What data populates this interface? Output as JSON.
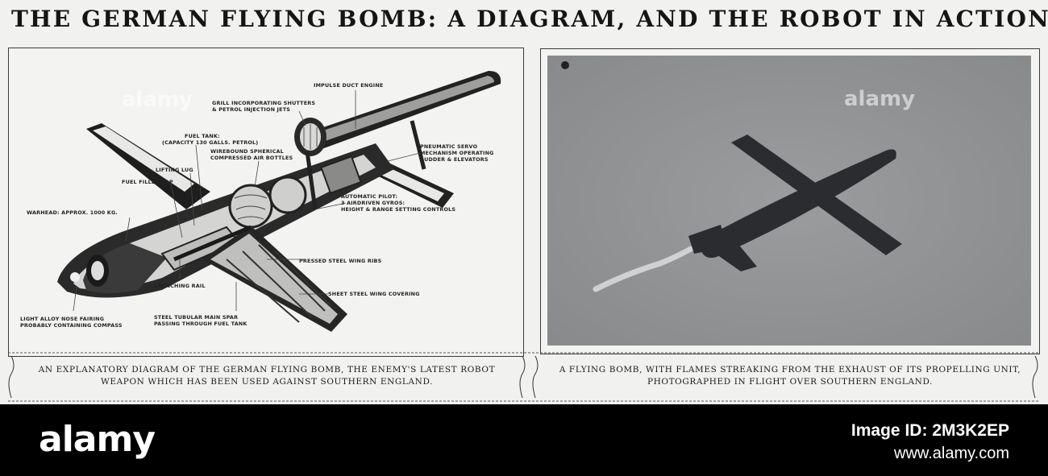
{
  "headline": "THE GERMAN FLYING BOMB: A DIAGRAM, AND THE ROBOT IN ACTION.",
  "diagram": {
    "labels": {
      "impulse_duct": "IMPULSE DUCT ENGINE",
      "grill_1": "GRILL INCORPORATING SHUTTERS",
      "grill_2": "& PETROL INJECTION JETS",
      "fuel_tank_1": "FUEL TANK:",
      "fuel_tank_2": "(CAPACITY 130 GALLS. PETROL)",
      "wirebound_1": "WIREBOUND SPHERICAL",
      "wirebound_2": "COMPRESSED AIR BOTTLES",
      "pneumatic_1": "PNEUMATIC SERVO",
      "pneumatic_2": "MECHANISM OPERATING",
      "pneumatic_3": "RUDDER & ELEVATORS",
      "lifting_lug": "LIFTING LUG",
      "fuel_cap": "FUEL FILLER CAP",
      "autopilot_1": "AUTOMATIC PILOT:",
      "autopilot_2": "3 AIRDRIVEN GYROS:",
      "autopilot_3": "HEIGHT & RANGE SETTING CONTROLS",
      "warhead": "WARHEAD: APPROX. 1000 KG.",
      "pressed_ribs": "PRESSED STEEL WING RIBS",
      "launching_rail": "LAUNCHING RAIL",
      "sheet_covering": "SHEET STEEL WING COVERING",
      "nose_1": "LIGHT ALLOY NOSE FAIRING",
      "nose_2": "PROBABLY CONTAINING COMPASS",
      "spar_1": "STEEL TUBULAR MAIN SPAR",
      "spar_2": "PASSING THROUGH FUEL TANK"
    }
  },
  "captions": {
    "left": "AN EXPLANATORY DIAGRAM OF THE GERMAN FLYING BOMB, THE ENEMY'S LATEST ROBOT WEAPON WHICH HAS BEEN USED AGAINST SOUTHERN ENGLAND.",
    "right": "A FLYING BOMB, WITH FLAMES STREAKING FROM THE EXHAUST OF ITS PROPELLING UNIT, PHOTOGRAPHED IN FLIGHT OVER SOUTHERN ENGLAND."
  },
  "watermark": "alamy",
  "footer": {
    "brand": "alamy",
    "image_id": "Image ID: 2M3K2EP",
    "site": "www.alamy.com"
  }
}
